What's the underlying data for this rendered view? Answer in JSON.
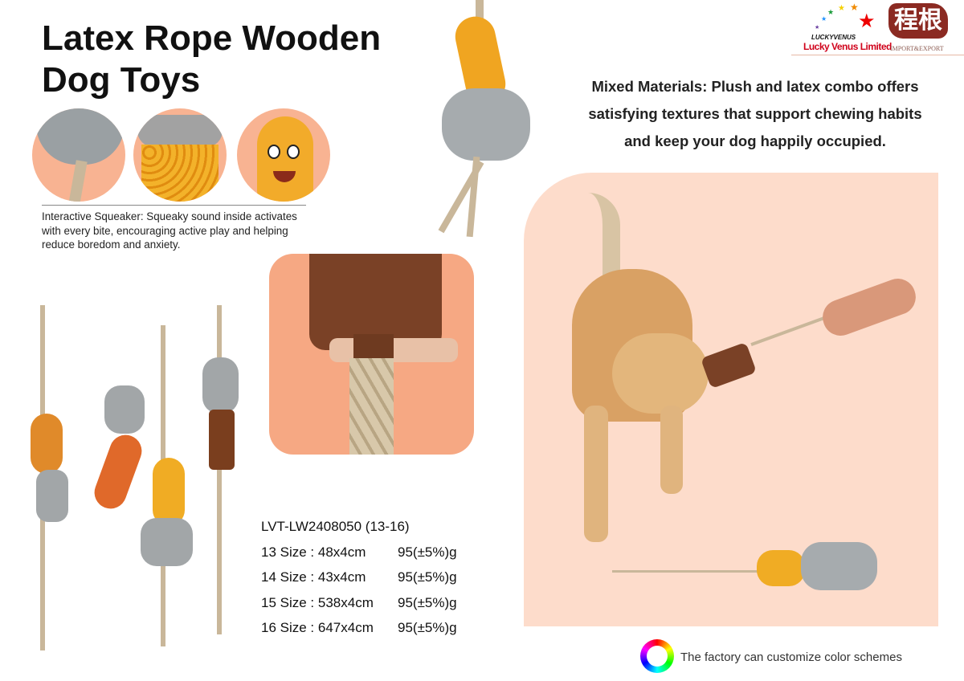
{
  "header": {
    "title_line1": "Latex Rope Wooden",
    "title_line2": "Dog Toys"
  },
  "logo": {
    "brand_small": "LUCKYVENUS",
    "brand_name": "Lucky Venus Limited",
    "chinese_mark": "程根",
    "chinese_sub": "IMPORT&EXPORT"
  },
  "features": {
    "squeaker": "Interactive Squeaker: Squeaky sound inside activates with every bite, encouraging active play and helping reduce boredom and anxiety.",
    "mixed_line1": "Mixed Materials: Plush and latex combo offers",
    "mixed_line2": "satisfying textures that support chewing habits",
    "mixed_line3": "and keep your dog happily occupied."
  },
  "specs": {
    "model": "LVT-LW2408050 (13-16)",
    "rows": [
      {
        "size": "13 Size : 48x4cm",
        "weight": "95(±5%)g"
      },
      {
        "size": "14 Size : 43x4cm",
        "weight": "95(±5%)g"
      },
      {
        "size": "15 Size : 538x4cm",
        "weight": "95(±5%)g"
      },
      {
        "size": "16 Size : 647x4cm",
        "weight": "95(±5%)g"
      }
    ]
  },
  "footer": {
    "customize": "The factory can customize color schemes",
    "icon": "color-wheel-icon"
  },
  "colors": {
    "peach_circle": "#f8b392",
    "panel": "#fddccb",
    "closeup_bg": "#f6a883",
    "brand_red": "#d0021b",
    "chinese_logo": "#8b2a22"
  }
}
